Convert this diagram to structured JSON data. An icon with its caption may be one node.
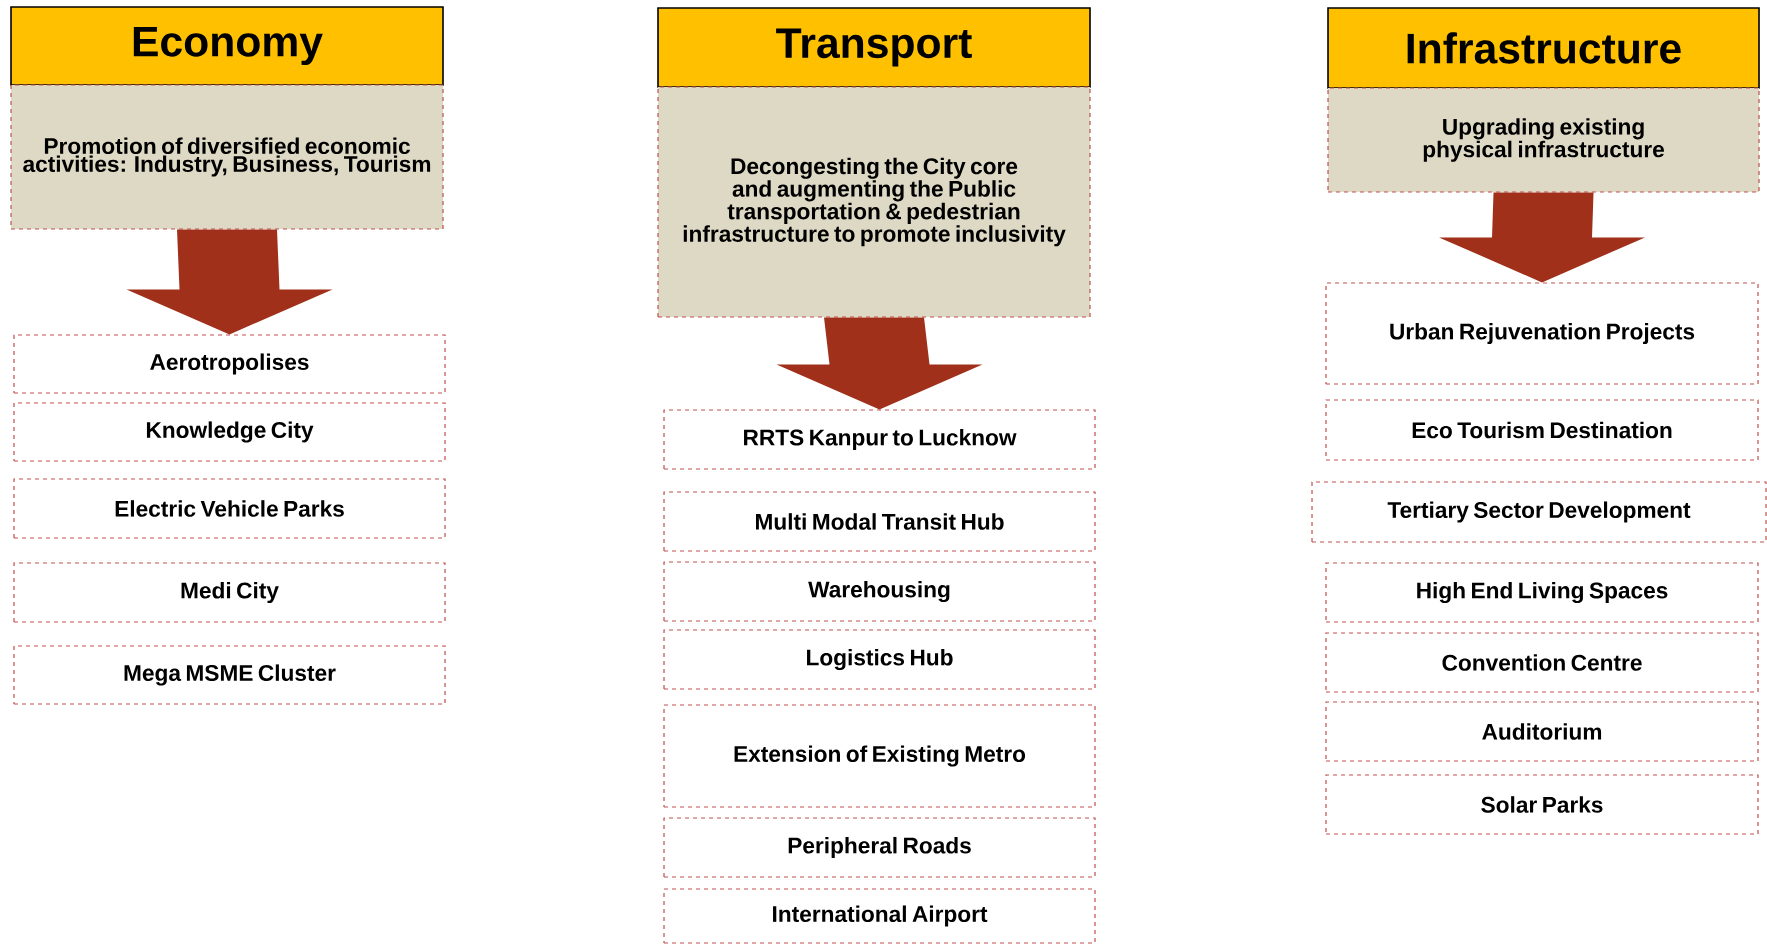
{
  "diagram": {
    "nodes": [
      {
        "text": [
          "Economy"
        ]
      },
      {
        "text": [
          "Promotion of diversified economic activities: Industry, Business, Tourism"
        ]
      },
      {
        "text": [
          "Aerotropolises"
        ]
      },
      {
        "text": [
          "Knowledge City"
        ]
      },
      {
        "text": [
          "Electric Vehicle Parks"
        ]
      },
      {
        "text": [
          "Medi City"
        ]
      },
      {
        "text": [
          "Mega MSME Cluster"
        ]
      },
      {
        "text": [
          "Transport"
        ]
      },
      {
        "text": [
          "Decongesting the City core and augmenting the Public transportation & pedestrian infrastructure to promote inclusivity"
        ]
      },
      {
        "text": [
          "RRTS Kanpur to Lucknow"
        ]
      },
      {
        "text": [
          "Multi Modal Transit Hub"
        ]
      },
      {
        "text": [
          "Warehousing"
        ]
      },
      {
        "text": [
          "Logistics Hub"
        ]
      },
      {
        "text": [
          "Extension of Existing Metro"
        ]
      },
      {
        "text": [
          "Peripheral Roads"
        ]
      },
      {
        "text": [
          "International Airport"
        ]
      },
      {
        "text": [
          "Infrastructure"
        ]
      },
      {
        "text": [
          "Upgrading existing physical infrastructure"
        ]
      },
      {
        "text": [
          "Urban Rejuvenation Projects"
        ]
      },
      {
        "text": [
          "Eco Tourism Destination"
        ]
      },
      {
        "text": [
          "Tertiary  Sector Development"
        ]
      },
      {
        "text": [
          "High End Living Spaces"
        ]
      },
      {
        "text": [
          "Convention Centre"
        ]
      },
      {
        "text": [
          "Auditorium"
        ]
      },
      {
        "text": [
          "Solar Parks"
        ]
      }
    ],
    "edges": [
      {
        "from": 1,
        "to": 2,
        "arrow": "to"
      },
      {
        "from": 8,
        "to": 9,
        "arrow": "to"
      },
      {
        "from": 17,
        "to": 18,
        "arrow": "to"
      }
    ]
  }
}
